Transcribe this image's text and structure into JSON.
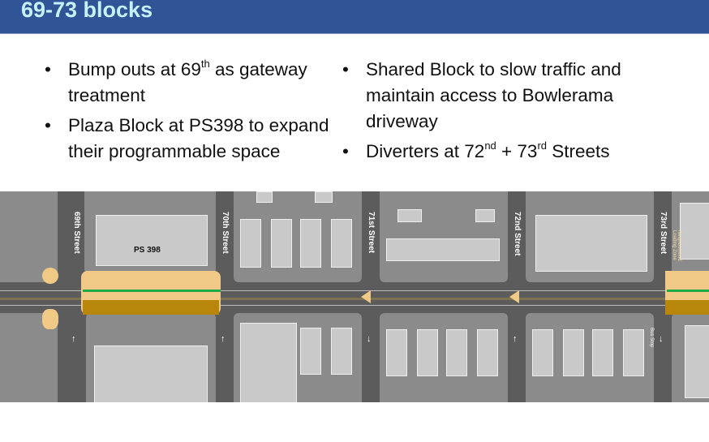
{
  "title": "69-73 blocks",
  "left_bullets": [
    {
      "pre": "Bump outs at 69",
      "sup": "th",
      "post": " as gateway treatment"
    },
    {
      "pre": "Plaza Block at PS398 to expand their programmable space",
      "sup": "",
      "post": ""
    }
  ],
  "right_bullets": [
    {
      "pre": "Shared Block to slow traffic and maintain access to Bowlerama driveway",
      "sup": "",
      "post": ""
    },
    {
      "pre": "Diverters at 72",
      "sup": "nd",
      "mid": " + 73",
      "sup2": "rd",
      "post": " Streets"
    }
  ],
  "map": {
    "streets": [
      "69th Street",
      "70th Street",
      "71st Street",
      "72nd Street",
      "73rd Street"
    ],
    "school_label": "PS 398",
    "bus_stop": "Bus Stop",
    "loading_zone": "Neighborhood Loading Zone"
  },
  "colors": {
    "header": "#2f5597",
    "title": "#c6f1ff",
    "plaza": "#f0c987",
    "shared": "#b8860b",
    "bike": "#1faa4a"
  }
}
